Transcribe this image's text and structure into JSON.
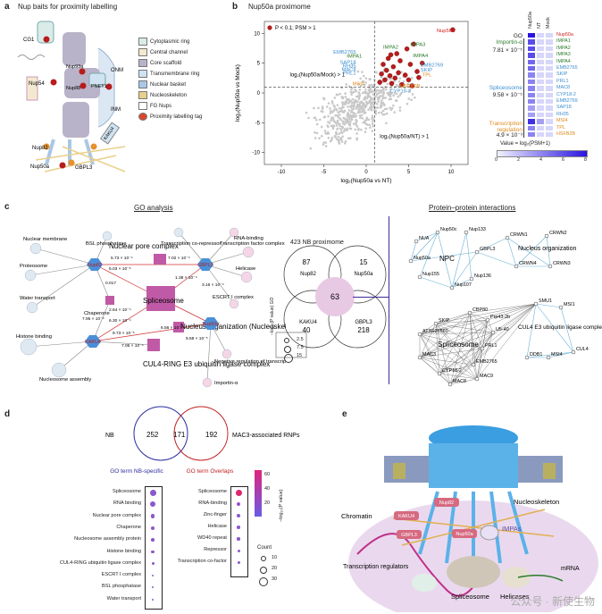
{
  "panel_a": {
    "letter": "a",
    "title": "Nup baits for proximity labelling",
    "legend": [
      {
        "label": "Cytoplasmic ring",
        "color": "#d9ece8"
      },
      {
        "label": "Central channel",
        "color": "#f3e9d0"
      },
      {
        "label": "Core scaffold",
        "color": "#b9b3c9"
      },
      {
        "label": "Transmembrane ring",
        "color": "#cfe3f2"
      },
      {
        "label": "Nuclear basket",
        "color": "#a9c7e6"
      },
      {
        "label": "Nucleoskeleton",
        "color": "#e8d08a"
      },
      {
        "label": "FG Nups",
        "color": "#ffffff"
      },
      {
        "label": "Proximity labelling tag",
        "color": "#d9472b"
      }
    ],
    "labels": {
      "cg1": "CG1",
      "nup54": "Nup54",
      "nup93a": "Nup93a",
      "nup88": "Nup88",
      "pnet1": "PNET1",
      "onm": "ONM",
      "inm": "INM",
      "kaku4": "KAKU4",
      "nup82": "Nup82",
      "nup50a": "Nup50a",
      "gbpl3": "GBPL3"
    }
  },
  "panel_b": {
    "letter": "b",
    "title": "Nup50a proximome",
    "legend_text": "P < 0.1; PSM > 1",
    "xlabel": "log₂(Nup50a vs NT)",
    "ylabel": "log₂(Nup50a vs Mock)",
    "annot_mock": "log₂(Nup50a/Mock) > 1",
    "annot_nt": "log₂(Nup50a/NT) > 1",
    "point_labels": [
      {
        "t": "Nup50a",
        "c": "#d02020"
      },
      {
        "t": "IMPA2",
        "c": "#2a7a2a"
      },
      {
        "t": "IMPA3",
        "c": "#2a7a2a"
      },
      {
        "t": "IMPA4",
        "c": "#2a7a2a"
      },
      {
        "t": "IMPA1",
        "c": "#2a7a2a"
      },
      {
        "t": "EMB2765",
        "c": "#3d8fcf"
      },
      {
        "t": "SAP18",
        "c": "#3d8fcf"
      },
      {
        "t": "RH35",
        "c": "#3d8fcf"
      },
      {
        "t": "MAC8",
        "c": "#3d8fcf"
      },
      {
        "t": "PRL1",
        "c": "#3d8fcf"
      },
      {
        "t": "EMB2769",
        "c": "#3d8fcf"
      },
      {
        "t": "SKIP",
        "c": "#3d8fcf"
      },
      {
        "t": "CYP18-2",
        "c": "#3d8fcf"
      },
      {
        "t": "HSFB2B",
        "c": "#e08a1e"
      },
      {
        "t": "MSI4",
        "c": "#e08a1e"
      },
      {
        "t": "TPL",
        "c": "#e08a1e"
      }
    ],
    "chart_data": {
      "type": "scatter",
      "title": "Nup50a proximome",
      "xlabel": "log₂(Nup50a vs NT)",
      "ylabel": "log₂(Nup50a vs Mock)",
      "xlim": [
        -12,
        12
      ],
      "ylim": [
        -12,
        12
      ],
      "xticks": [
        -10,
        -5,
        0,
        5,
        10
      ],
      "yticks": [
        -10,
        -5,
        0,
        5,
        10
      ],
      "thresholds": {
        "x": 1,
        "y": 1
      },
      "series": [
        {
          "name": "P < 0.1; PSM > 1",
          "color": "#b71c1c",
          "points": [
            [
              10.2,
              10.6
            ],
            [
              5.6,
              8.2
            ],
            [
              4.8,
              7.4
            ],
            [
              3.6,
              6.6
            ],
            [
              2.6,
              5.8
            ],
            [
              4.0,
              5.4
            ],
            [
              5.2,
              4.8
            ],
            [
              3.2,
              4.4
            ],
            [
              2.4,
              3.8
            ],
            [
              6.0,
              3.6
            ],
            [
              1.8,
              3.2
            ],
            [
              2.8,
              2.9
            ],
            [
              4.6,
              3.0
            ],
            [
              3.4,
              2.5
            ],
            [
              2.2,
              2.2
            ],
            [
              5.0,
              2.2
            ],
            [
              6.2,
              2.6
            ],
            [
              1.6,
              1.8
            ],
            [
              3.0,
              1.6
            ],
            [
              4.2,
              1.4
            ],
            [
              5.4,
              1.2
            ],
            [
              2.0,
              4.8
            ],
            [
              3.8,
              3.4
            ],
            [
              6.6,
              5.0
            ],
            [
              2.9,
              6.4
            ]
          ]
        },
        {
          "name": "other",
          "color": "#c8c8c8",
          "points": "dense cloud centred near (0, -2)"
        }
      ]
    },
    "heatmap": {
      "columns": [
        "Nup50a",
        "NT",
        "Mock"
      ],
      "groups": [
        {
          "name": "GO",
          "label": "Importin-α",
          "pvalue": "7.81 × 10⁻⁵",
          "color": "#2a7a2a"
        },
        {
          "name": "",
          "label": "Spliceosome",
          "pvalue": "9.58 × 10⁻⁵",
          "color": "#3d8fcf"
        },
        {
          "name": "",
          "label": "Transcription regulation",
          "pvalue": "4.9 × 10⁻³",
          "color": "#e08a1e"
        }
      ],
      "rows": [
        {
          "name": "Nup50a",
          "color": "#d02020",
          "values": [
            8,
            1,
            1
          ]
        },
        {
          "name": "IMPA1",
          "color": "#2a7a2a",
          "values": [
            6,
            1,
            1
          ]
        },
        {
          "name": "IMPA2",
          "color": "#2a7a2a",
          "values": [
            6,
            1,
            1
          ]
        },
        {
          "name": "IMPA3",
          "color": "#2a7a2a",
          "values": [
            6,
            1,
            1
          ]
        },
        {
          "name": "IMPA4",
          "color": "#2a7a2a",
          "values": [
            5,
            1,
            1
          ]
        },
        {
          "name": "EMB2765",
          "color": "#3d8fcf",
          "values": [
            5,
            1,
            1
          ]
        },
        {
          "name": "SKIP",
          "color": "#3d8fcf",
          "values": [
            4,
            1,
            1
          ]
        },
        {
          "name": "PRL1",
          "color": "#3d8fcf",
          "values": [
            4,
            1,
            1
          ]
        },
        {
          "name": "MAC8",
          "color": "#3d8fcf",
          "values": [
            4,
            1,
            1
          ]
        },
        {
          "name": "CYP18-2",
          "color": "#3d8fcf",
          "values": [
            4,
            1,
            1
          ]
        },
        {
          "name": "EMB2769",
          "color": "#3d8fcf",
          "values": [
            4,
            1,
            1
          ]
        },
        {
          "name": "SAP18",
          "color": "#3d8fcf",
          "values": [
            3,
            1,
            1
          ]
        },
        {
          "name": "RH35",
          "color": "#3d8fcf",
          "values": [
            3,
            1,
            1
          ]
        },
        {
          "name": "MSI4",
          "color": "#e08a1e",
          "values": [
            7,
            3,
            1
          ]
        },
        {
          "name": "TPL",
          "color": "#e08a1e",
          "values": [
            4,
            1,
            1
          ]
        },
        {
          "name": "HSFB2B",
          "color": "#e08a1e",
          "values": [
            4,
            1,
            1
          ]
        }
      ],
      "colorbar_label": "Value = log₂(PSM+1)",
      "colorbar_ticks": [
        "0",
        "2",
        "4",
        "6",
        "8"
      ]
    }
  },
  "panel_c": {
    "letter": "c",
    "title_left": "GO analysis",
    "title_right": "Protein–protein interactions",
    "venn_title": "423 NB proximome",
    "venn_counts": {
      "nup82": "87",
      "nup50a": "15",
      "center": "63",
      "kaku4": "40",
      "gbpl3": "218"
    },
    "venn_labels": {
      "nup82": "Nup82",
      "nup50a": "Nup50a",
      "kaku4": "KAKU4",
      "gbpl3": "GBPL3"
    },
    "go_size_title": "−log₁₀(P value) GO",
    "go_size_values": [
      "2.5",
      "7.5",
      "15"
    ],
    "go_nodes": [
      "BSL phosphatase",
      "Transcription co-repressor",
      "Transcription factor complex",
      "Nuclear membrane",
      "RNA-binding",
      "Nuclear pore complex",
      "Helicase",
      "Proteosome",
      "ESCRT I complex",
      "Water transport",
      "Spliceosome",
      "Chaperone",
      "Nucleus organization (Nucleoskeleton)",
      "Histone binding",
      "CUL4-RING E3 ubiquitin ligase complex",
      "Negative regulation of transcription",
      "Nucleosome assembly",
      "Importin-α"
    ],
    "baits": [
      "Nup82",
      "GBPL3",
      "KAKU4",
      "Nup50a"
    ],
    "edge_pvalues": [
      "5.73 × 10⁻⁴",
      "7.02 × 10⁻⁴",
      "6.03 × 10⁻⁶",
      "1.38 × 10⁻⁴",
      "3.16 × 10⁻⁴",
      "0.017",
      "7.95 × 10⁻⁴",
      "2.64 × 10⁻⁴",
      "6.30 × 10⁻⁴",
      "9.73 × 10⁻⁵",
      "6.56 × 10⁻⁴",
      "9.58 × 10⁻⁵",
      "7.06 × 10⁻⁴"
    ],
    "ppi_clusters": [
      "NPC",
      "Nucleus organization",
      "CUL4 E3 ubiquitin ligase complex",
      "Spliceosome"
    ],
    "ppi_nodes": [
      "Nup50c",
      "Nup133",
      "NUA",
      "Nup50a",
      "Nup155",
      "Nup107",
      "Nup136",
      "GBPL3",
      "CRWN1",
      "CRWN2",
      "CRWN4",
      "CRWN3",
      "SMU1",
      "MSI1",
      "CBP80",
      "Prp43-2b",
      "SKIP",
      "U5-40",
      "AT3G26560",
      "PRL1",
      "DDB1",
      "MSI4",
      "CUL4",
      "MAC3",
      "EMB2765",
      "CYP18-2",
      "MAC8",
      "MAC9"
    ]
  },
  "panel_d": {
    "letter": "d",
    "venn_left": "NB",
    "venn_right": "MAC3-associated RNPs",
    "count_left": "252",
    "count_center": "171",
    "count_right": "192",
    "box1_title": "GO term NB-specific",
    "box2_title": "GO term Overlaps",
    "box1_terms": [
      {
        "t": "Spliceosome",
        "s": 7
      },
      {
        "t": "RNA binding",
        "s": 6
      },
      {
        "t": "Nuclear pore complex",
        "s": 4.5
      },
      {
        "t": "Chaperone",
        "s": 4
      },
      {
        "t": "Nucleosome assembly protein",
        "s": 3.5
      },
      {
        "t": "Histone binding",
        "s": 3.5
      },
      {
        "t": "CUL4-RING ubiquitin ligase complex",
        "s": 3
      },
      {
        "t": "ESCRT I complex",
        "s": 2.5
      },
      {
        "t": "BSL phosphatase",
        "s": 2
      },
      {
        "t": "Water transport",
        "s": 2
      }
    ],
    "box2_terms": [
      {
        "t": "Spliceosome",
        "s": 7,
        "c": "#e0246e"
      },
      {
        "t": "RNA-binding",
        "s": 4.5,
        "c": "#9a50c8"
      },
      {
        "t": "Zinc-finger",
        "s": 4,
        "c": "#8a58cc"
      },
      {
        "t": "Helicase",
        "s": 3.5,
        "c": "#8a58cc"
      },
      {
        "t": "WD40 repeat",
        "s": 3.5,
        "c": "#8a58cc"
      },
      {
        "t": "Repressor",
        "s": 3,
        "c": "#8a58cc"
      },
      {
        "t": "Transcription co-factor",
        "s": 3,
        "c": "#8a58cc"
      }
    ],
    "colorbar_label": "−log₁₀(P value)",
    "colorbar_ticks": [
      "60",
      "40",
      "20"
    ],
    "count_label": "Count",
    "count_ticks": [
      "10",
      "20",
      "30"
    ]
  },
  "panel_e": {
    "letter": "e",
    "labels": {
      "nucleoskeleton": "Nucleoskeleton",
      "chromatin": "Chromatin",
      "impas": "IMPAs",
      "mrna": "mRNA",
      "tr": "Transcription regulators",
      "spliceosome": "Spliceosome",
      "helicases": "Helicases",
      "kaku4": "KAKU4",
      "nup82": "Nup82",
      "gbpl3": "GBPL3",
      "nup50a": "Nup50a"
    }
  },
  "watermark": "公众号 · 新使生物"
}
